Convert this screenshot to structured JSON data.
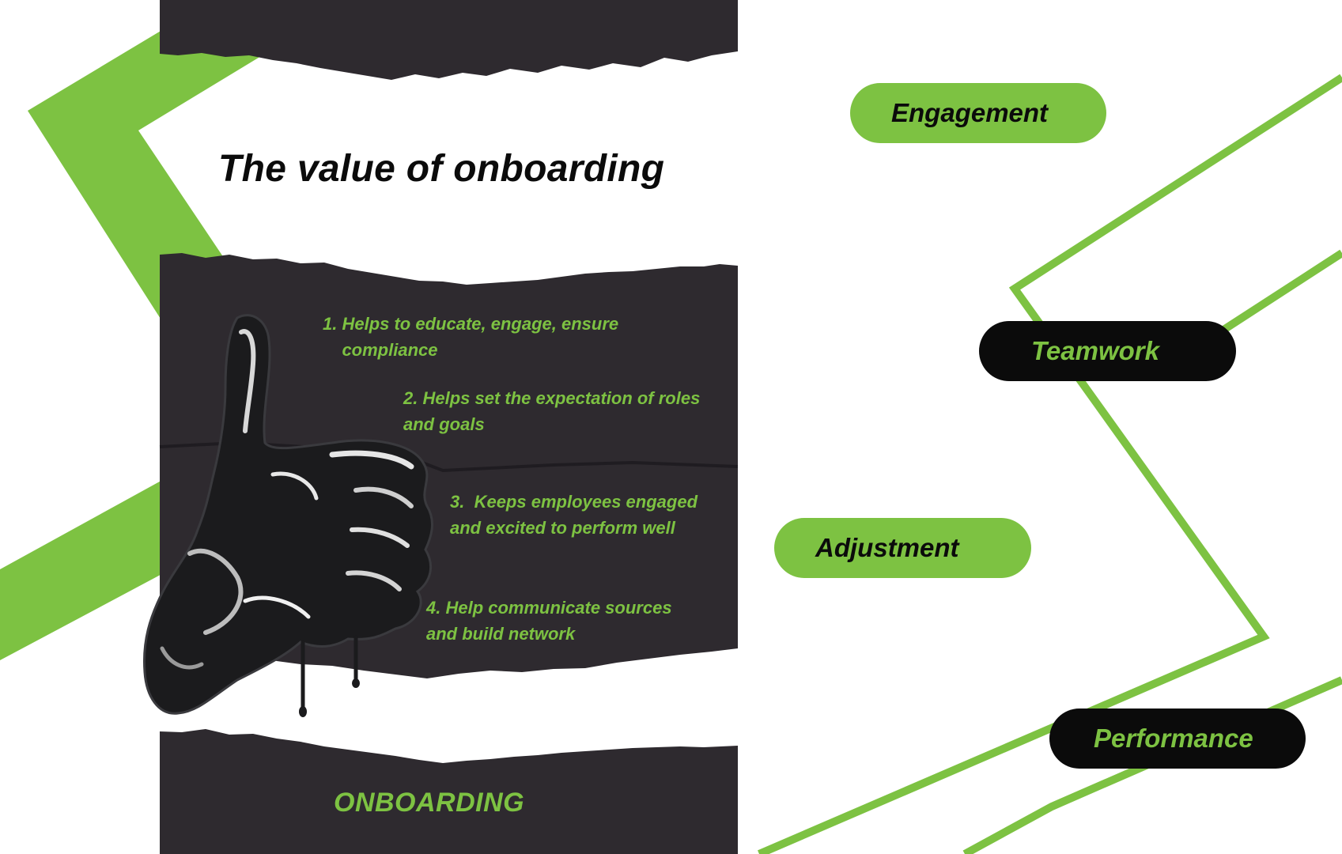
{
  "slide": {
    "title": "The value of onboarding",
    "points": [
      "1. Helps to educate, engage, ensure\n    compliance",
      "2. Helps set the expectation of roles\nand goals",
      "3.  Keeps employees engaged\nand excited to perform well",
      "4. Help communicate sources\nand build network"
    ],
    "banner": "ONBOARDING",
    "pills": [
      "Engagement",
      "Teamwork",
      "Adjustment",
      "Performance"
    ],
    "illustration": "thumbs-up-icon"
  },
  "colors": {
    "accent": "#7dc242",
    "dark_panel": "#2e2a2f",
    "text_dark": "#0b0b0b",
    "background": "#ffffff"
  }
}
